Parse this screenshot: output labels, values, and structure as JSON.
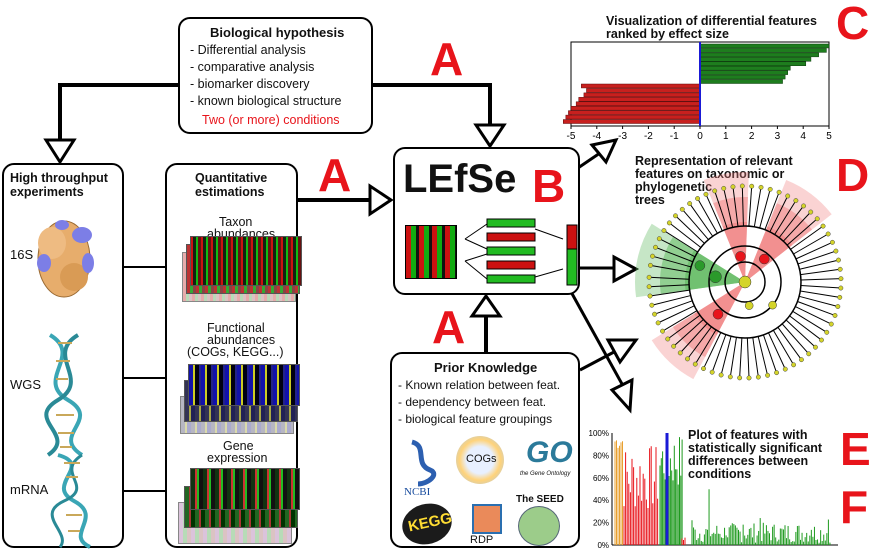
{
  "hypothesis": {
    "title": "Biological hypothesis",
    "items": [
      "- Differential analysis",
      "- comparative analysis",
      "- biomarker discovery",
      "- known biological structure"
    ],
    "conditions": "Two (or more) conditions"
  },
  "experiments": {
    "title_line1": "High throughput",
    "title_line2": "experiments",
    "labels": [
      "16S",
      "WGS",
      "mRNA"
    ]
  },
  "quant": {
    "title_line1": "Quantitative",
    "title_line2": "estimations",
    "taxon": [
      "Taxon",
      "abundances"
    ],
    "functional": [
      "Functional",
      "abundances",
      "(COGs, KEGG...)"
    ],
    "gene": [
      "Gene",
      "expression"
    ]
  },
  "lefse": {
    "title": "LEfSe"
  },
  "prior": {
    "title": "Prior Knowledge",
    "items": [
      "- Known relation between feat.",
      "- dependency between feat.",
      "- biological feature groupings"
    ],
    "logos": [
      "NCBI",
      "COGs",
      "GO",
      "the Gene Ontology",
      "The SEED",
      "RDP",
      "KEGG"
    ]
  },
  "letters": {
    "A1": "A",
    "A2": "A",
    "A3": "A",
    "B": "B",
    "C": "C",
    "D": "D",
    "E": "E",
    "F": "F"
  },
  "panel_c": {
    "title_line1": "Visualization of differential features",
    "title_line2": "ranked by effect size"
  },
  "panel_d": {
    "title_line1": "Representation of relevant",
    "title_line2": "features on taxonomic or",
    "title_line3": "phylogenetic",
    "title_line4": "trees"
  },
  "panel_e": {
    "title_line1": "Plot of features with",
    "title_line2": "statistically significant",
    "title_line3": "differences between",
    "title_line4": "conditions"
  },
  "colors": {
    "red": "#e8141b",
    "green": "#1e7d1e",
    "barred": "#c8201e",
    "blue": "#1a1ad6"
  },
  "chart_data": [
    {
      "type": "bar",
      "title": "",
      "orientation": "horizontal",
      "xlim": [
        -5,
        5
      ],
      "xticks": [
        "-5",
        "-4",
        "-3",
        "-2",
        "-1",
        "0",
        "1",
        "2",
        "3",
        "4",
        "5"
      ],
      "series": [
        {
          "values": [
            5.0,
            4.9,
            4.6,
            4.3,
            4.1,
            3.5,
            3.4,
            3.3,
            3.2
          ]
        },
        {
          "values": [
            -4.6,
            -4.4,
            -4.5,
            -4.7,
            -4.8,
            -5.0,
            -5.1,
            -5.2,
            -5.3
          ]
        }
      ]
    },
    {
      "type": "bar",
      "title": "",
      "ylim": [
        0,
        100
      ],
      "yticks": [
        "0%",
        "20%",
        "40%",
        "60%",
        "80%",
        "100%"
      ]
    }
  ]
}
